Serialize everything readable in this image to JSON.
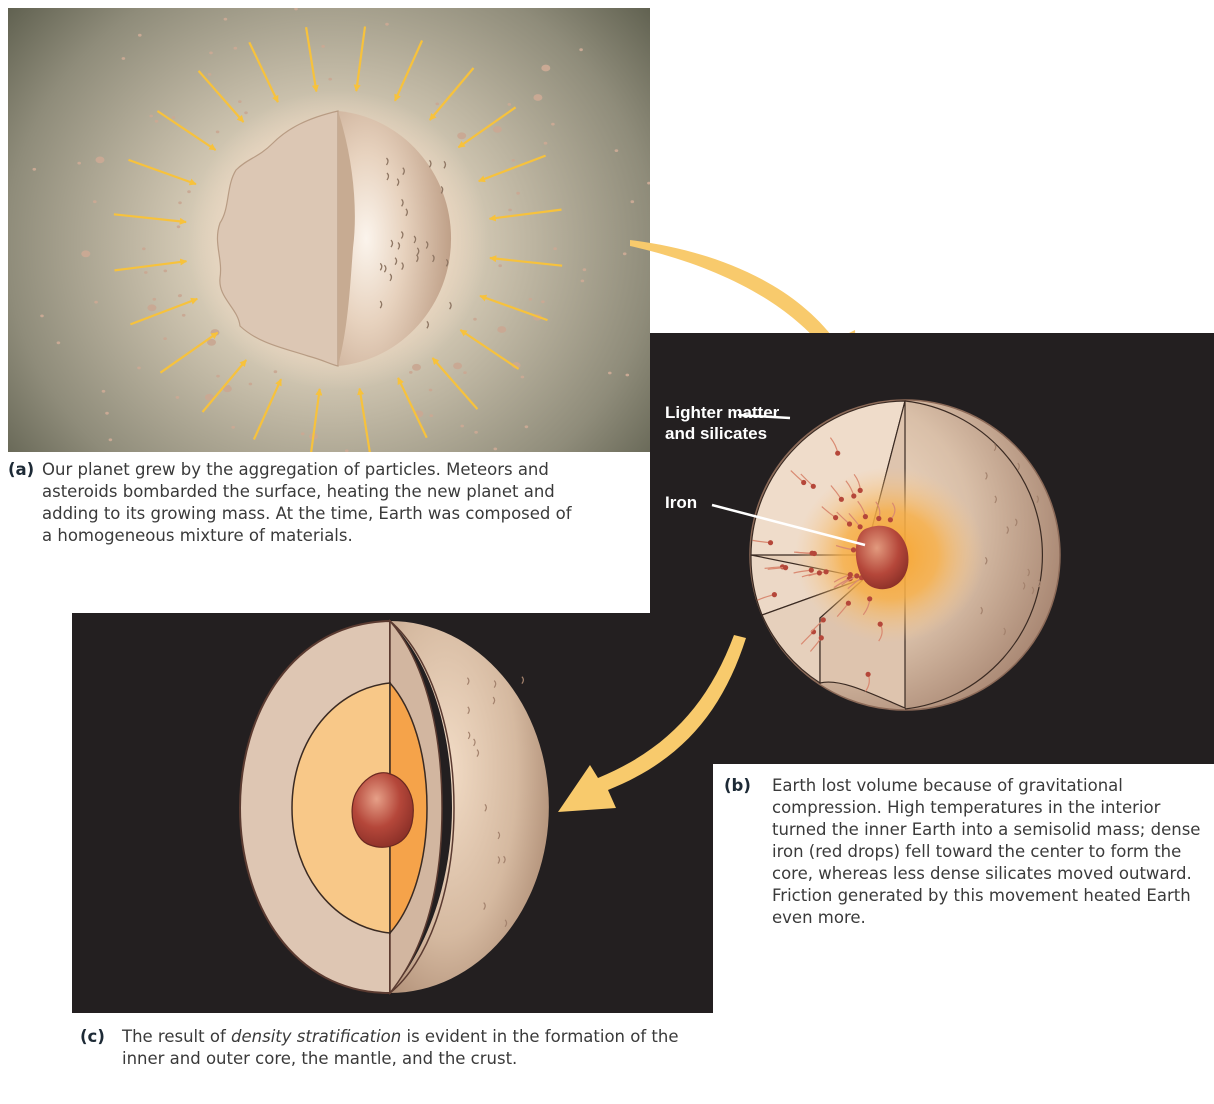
{
  "panels": {
    "a": {
      "tag": "(a)",
      "caption": "Our planet grew by the aggregation of particles. Meteors and asteroids bombarded the surface, heating the new planet and adding to its growing mass. At the time, Earth was composed of a homogeneous mixture of materials."
    },
    "b": {
      "tag": "(b)",
      "caption": "Earth lost volume because of gravitational compression. High temperatures in the interior turned the inner Earth into a semisolid mass; dense iron (red drops) fell toward the center to form the core, whereas less dense silicates moved outward. Friction generated by this movement heated Earth even more.",
      "labels": {
        "lighter": "Lighter matter and silicates",
        "iron": "Iron"
      }
    },
    "c": {
      "tag": "(c)",
      "caption_before": "The result of ",
      "caption_emphasis": "density stratification",
      "caption_after": " is evident in the formation of the inner and outer core, the mantle, and the crust."
    }
  },
  "colors": {
    "arrow": "#f7c23c",
    "transition_arrow": "#f8ca6c",
    "planet_tan": "#d9bfa8",
    "core_red": "#b5473a",
    "outer_core": "#f5a34a",
    "mantle_orange": "#f8c888",
    "panel_dark": "#231f20"
  }
}
